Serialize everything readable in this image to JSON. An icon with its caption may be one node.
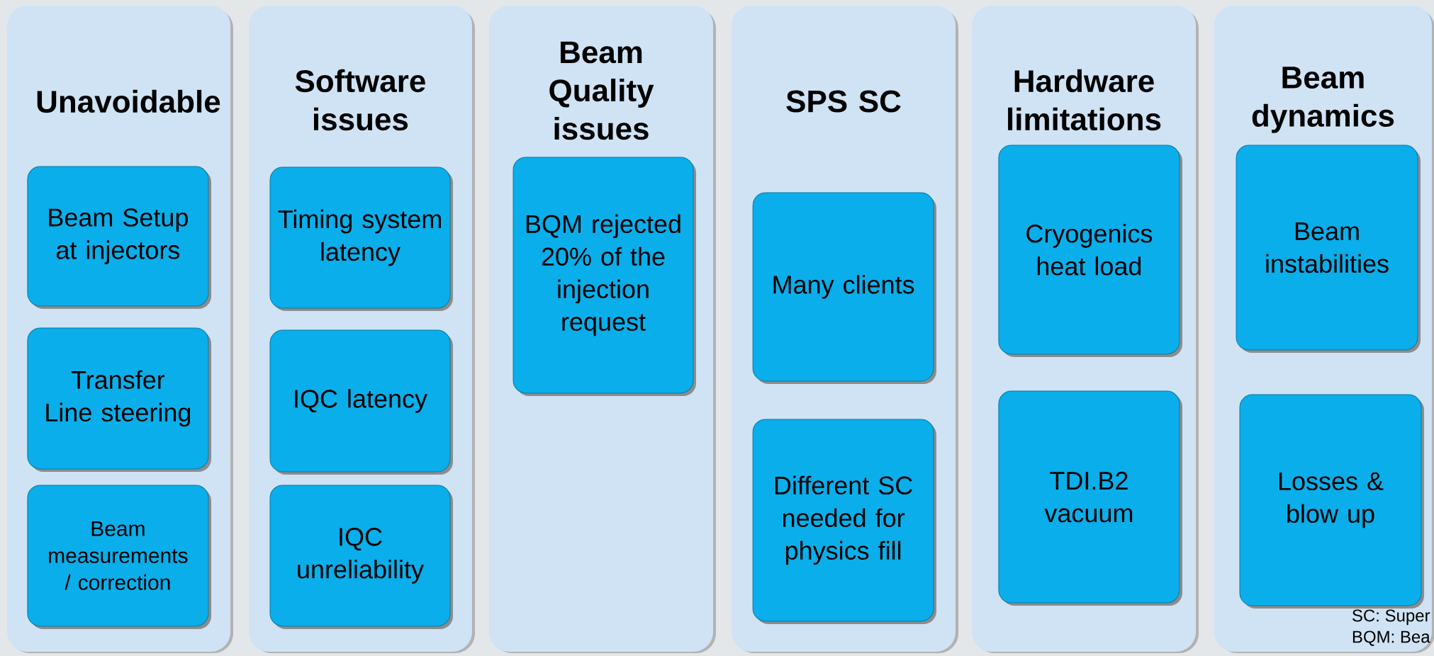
{
  "diagram": {
    "nodes": [
      {
        "text": [
          "Unavoidable"
        ]
      },
      {
        "text": [
          "Beam Setup at injectors"
        ],
        "in": 0
      },
      {
        "text": [
          "Transfer Line steering"
        ],
        "in": 0
      },
      {
        "text": [
          "Beam measurements / correction"
        ],
        "in": 0
      },
      {
        "text": [
          "Software issues"
        ]
      },
      {
        "text": [
          "Timing system latency"
        ],
        "in": 4
      },
      {
        "text": [
          "IQC latency"
        ],
        "in": 4
      },
      {
        "text": [
          "IQC unreliability"
        ],
        "in": 4
      },
      {
        "text": [
          "Beam Quality issues"
        ]
      },
      {
        "text": [
          "BQM rejected 20% of the injection request"
        ],
        "in": 8
      },
      {
        "text": [
          "SPS SC"
        ]
      },
      {
        "text": [
          "Many clients"
        ],
        "in": 10
      },
      {
        "text": [
          "Different SC needed for physics fill"
        ],
        "in": 10
      },
      {
        "text": [
          "Hardware limitations"
        ]
      },
      {
        "text": [
          "Cryogenics heat load"
        ],
        "in": 13
      },
      {
        "text": [
          "TDI.B2 vacuum"
        ],
        "in": 13
      },
      {
        "text": [
          "Beam dynamics"
        ]
      },
      {
        "text": [
          "Beam instabilities"
        ],
        "in": 16
      },
      {
        "text": [
          "Losses & blow up"
        ],
        "in": 16
      }
    ],
    "labels": [
      "SC: Super",
      "BQM: Bea"
    ]
  }
}
